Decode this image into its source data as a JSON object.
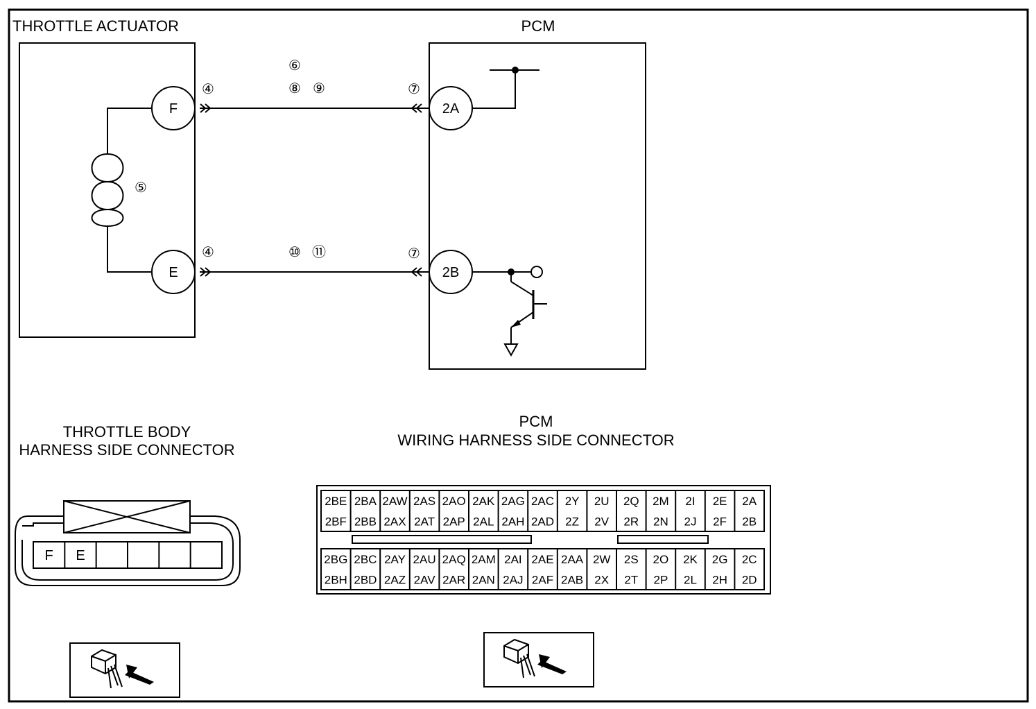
{
  "titles": {
    "throttle_actuator": "THROTTLE ACTUATOR",
    "pcm": "PCM",
    "throttle_body_line1": "THROTTLE BODY",
    "throttle_body_line2": "HARNESS SIDE CONNECTOR",
    "pcm_connector_line1": "PCM",
    "pcm_connector_line2": "WIRING HARNESS SIDE CONNECTOR"
  },
  "actuator_terminals": {
    "f": "F",
    "e": "E"
  },
  "pcm_terminals": {
    "a": "2A",
    "b": "2B"
  },
  "callouts": {
    "c4_top": "④",
    "c4_bottom": "④",
    "c5": "⑤",
    "c6": "⑥",
    "c8": "⑧",
    "c9": "⑨",
    "c10": "⑩",
    "c11": "⑪",
    "c7_top": "⑦",
    "c7_bottom": "⑦"
  },
  "throttle_connector_pins": [
    "F",
    "E",
    "",
    "",
    "",
    ""
  ],
  "pcm_connector": {
    "upper_rows": [
      [
        "2BE",
        "2BA",
        "2AW",
        "2AS",
        "2AO",
        "2AK",
        "2AG",
        "2AC",
        "2Y",
        "2U",
        "2Q",
        "2M",
        "2I",
        "2E",
        "2A"
      ],
      [
        "2BF",
        "2BB",
        "2AX",
        "2AT",
        "2AP",
        "2AL",
        "2AH",
        "2AD",
        "2Z",
        "2V",
        "2R",
        "2N",
        "2J",
        "2F",
        "2B"
      ]
    ],
    "lower_rows": [
      [
        "2BG",
        "2BC",
        "2AY",
        "2AU",
        "2AQ",
        "2AM",
        "2AI",
        "2AE",
        "2AA",
        "2W",
        "2S",
        "2O",
        "2K",
        "2G",
        "2C"
      ],
      [
        "2BH",
        "2BD",
        "2AZ",
        "2AV",
        "2AR",
        "2AN",
        "2AJ",
        "2AF",
        "2AB",
        "2X",
        "2T",
        "2P",
        "2L",
        "2H",
        "2D"
      ]
    ]
  },
  "icons": [
    "harness-connector-view-icon",
    "harness-connector-view-icon"
  ]
}
